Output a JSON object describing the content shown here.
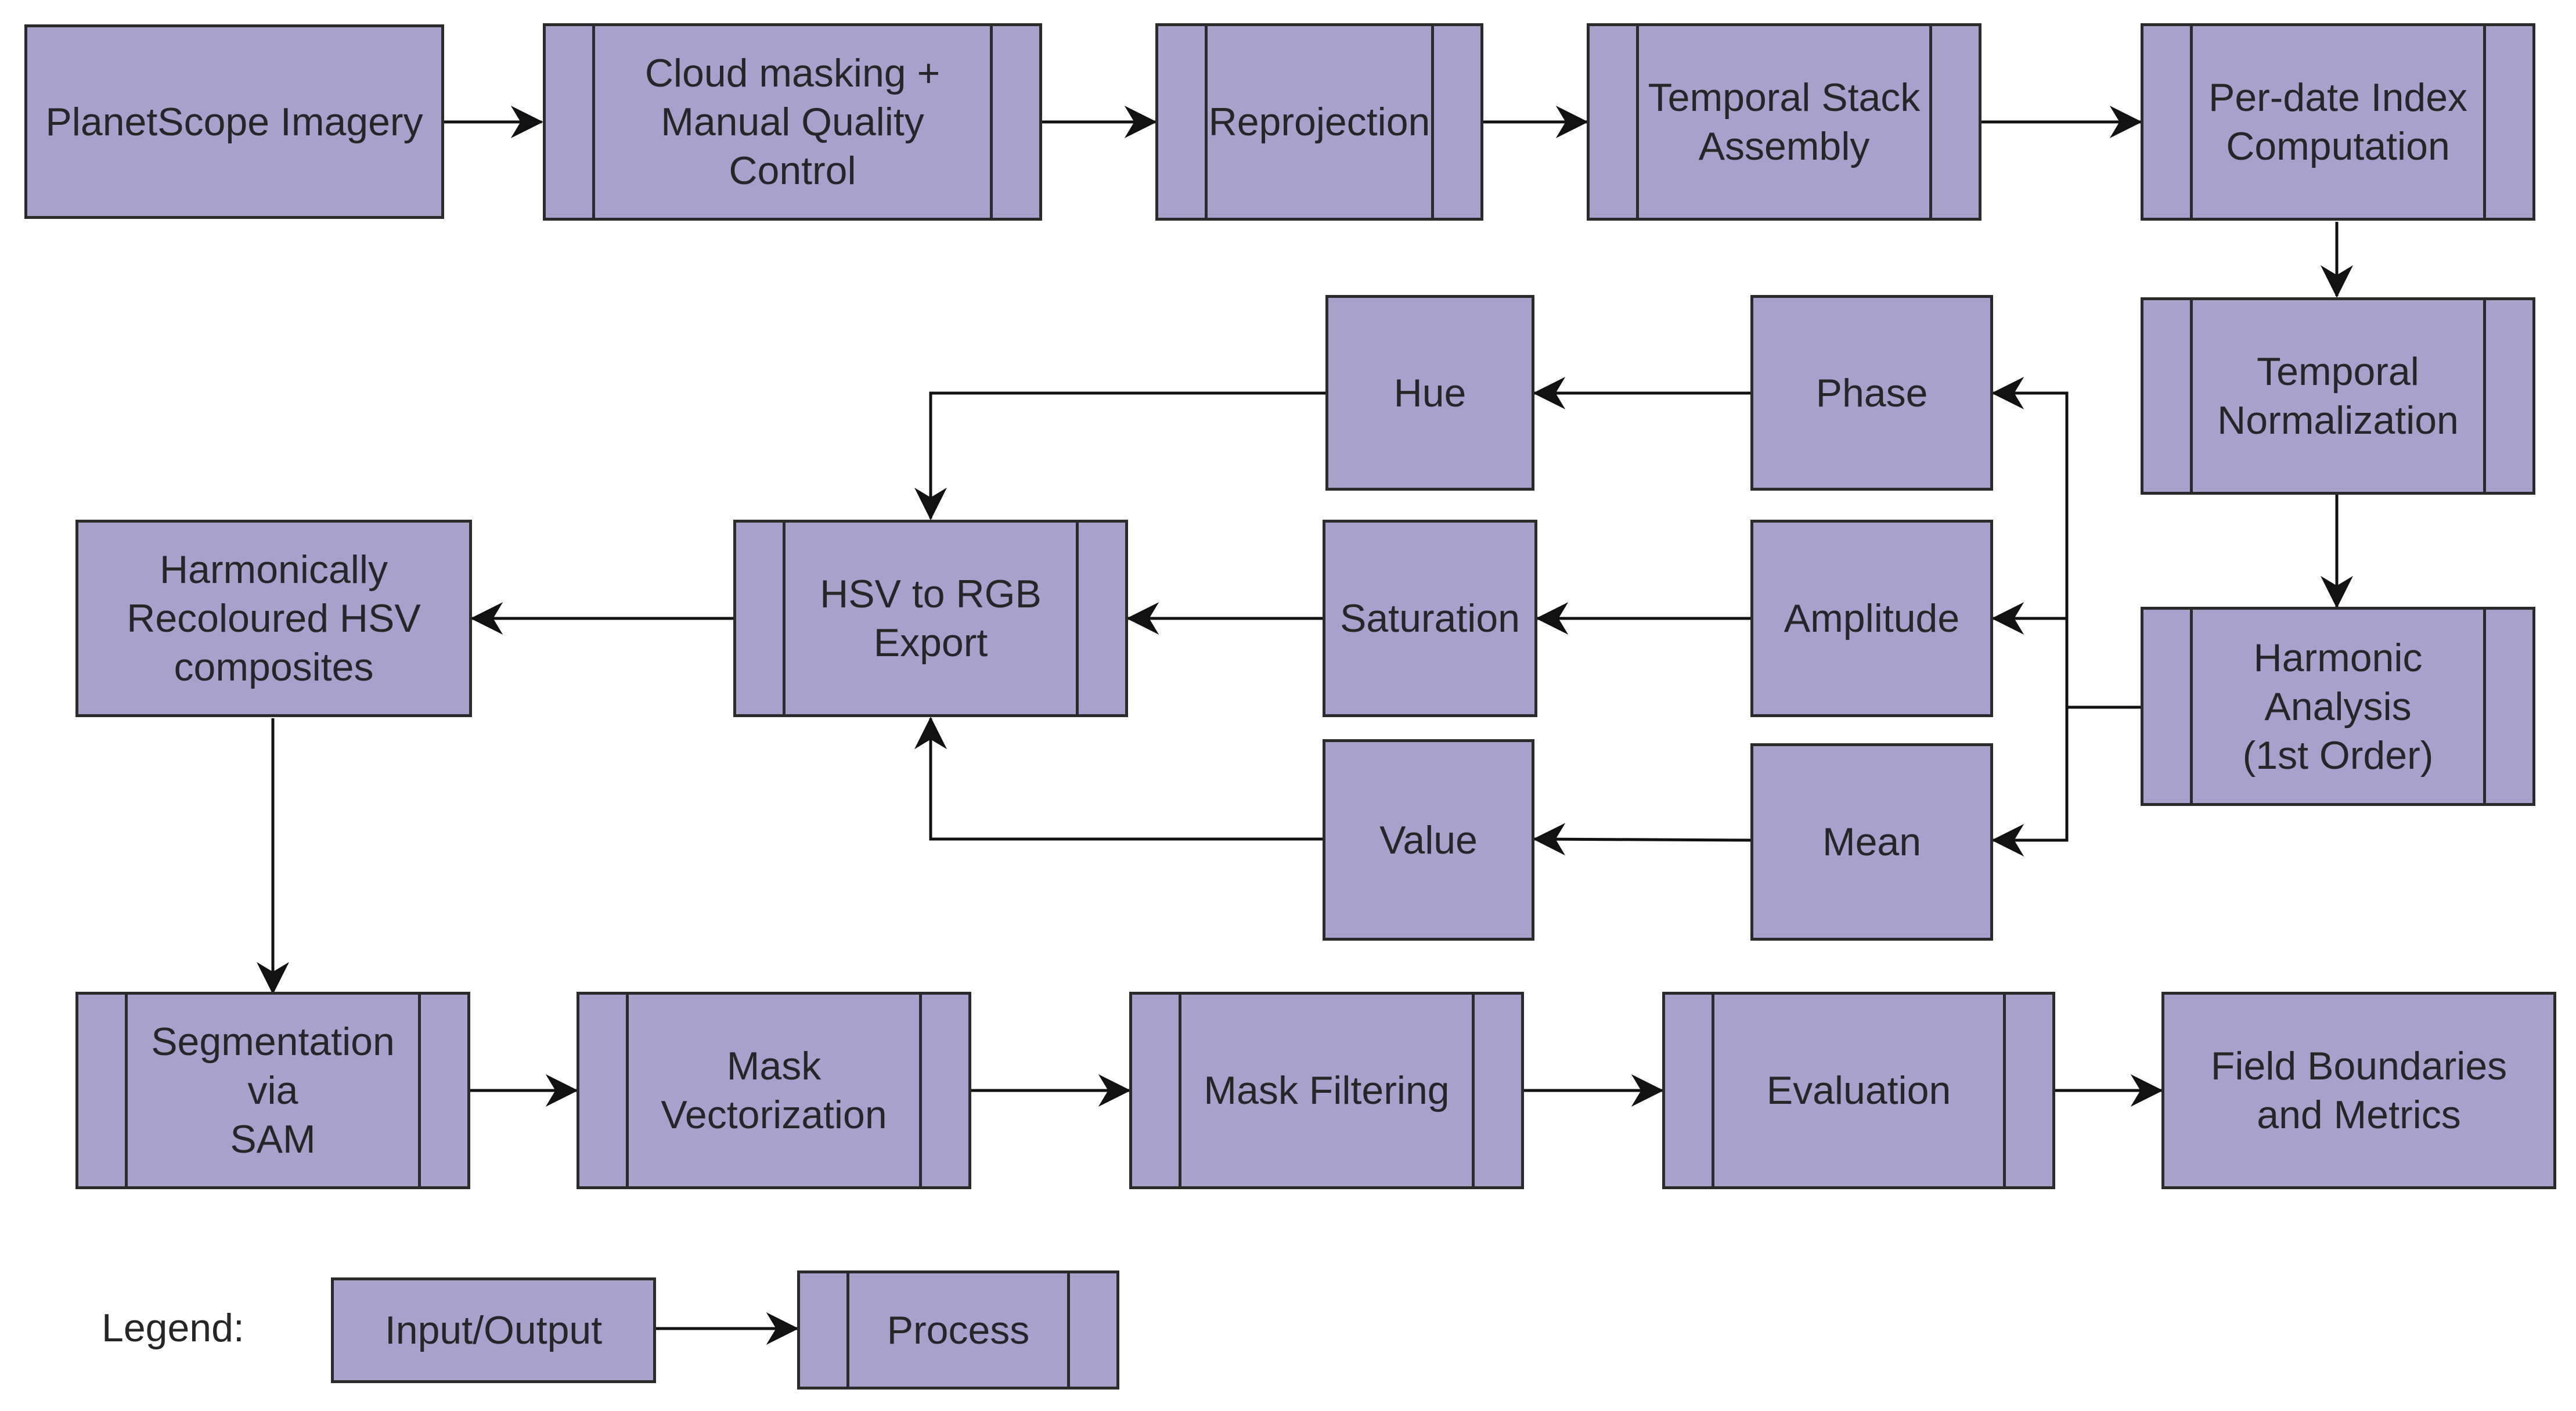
{
  "nodes": {
    "planetscope": {
      "label": "PlanetScope Imagery",
      "kind": "input-output"
    },
    "cloud_masking": {
      "label": "Cloud masking +\nManual Quality\nControl",
      "kind": "process"
    },
    "reprojection": {
      "label": "Reprojection",
      "kind": "process"
    },
    "temporal_stack": {
      "label": "Temporal Stack\nAssembly",
      "kind": "process"
    },
    "index_computation": {
      "label": "Per-date Index\nComputation",
      "kind": "process"
    },
    "temporal_normalization": {
      "label": "Temporal\nNormalization",
      "kind": "process"
    },
    "harmonic_analysis": {
      "label": "Harmonic\nAnalysis\n(1st Order)",
      "kind": "process"
    },
    "phase": {
      "label": "Phase",
      "kind": "input-output"
    },
    "amplitude": {
      "label": "Amplitude",
      "kind": "input-output"
    },
    "mean": {
      "label": "Mean",
      "kind": "input-output"
    },
    "hue": {
      "label": "Hue",
      "kind": "input-output"
    },
    "saturation": {
      "label": "Saturation",
      "kind": "input-output"
    },
    "value": {
      "label": "Value",
      "kind": "input-output"
    },
    "hsv_to_rgb": {
      "label": "HSV to RGB\nExport",
      "kind": "process"
    },
    "recoloured_composites": {
      "label": "Harmonically\nRecoloured HSV\ncomposites",
      "kind": "input-output"
    },
    "segmentation_sam": {
      "label": "Segmentation via\nSAM",
      "kind": "process"
    },
    "mask_vectorization": {
      "label": "Mask\nVectorization",
      "kind": "process"
    },
    "mask_filtering": {
      "label": "Mask Filtering",
      "kind": "process"
    },
    "evaluation": {
      "label": "Evaluation",
      "kind": "process"
    },
    "field_boundaries": {
      "label": "Field Boundaries\nand Metrics",
      "kind": "input-output"
    }
  },
  "edges": [
    {
      "from": "planetscope",
      "to": "cloud_masking"
    },
    {
      "from": "cloud_masking",
      "to": "reprojection"
    },
    {
      "from": "reprojection",
      "to": "temporal_stack"
    },
    {
      "from": "temporal_stack",
      "to": "index_computation"
    },
    {
      "from": "index_computation",
      "to": "temporal_normalization"
    },
    {
      "from": "temporal_normalization",
      "to": "harmonic_analysis"
    },
    {
      "from": "harmonic_analysis",
      "to": "phase"
    },
    {
      "from": "harmonic_analysis",
      "to": "amplitude"
    },
    {
      "from": "harmonic_analysis",
      "to": "mean"
    },
    {
      "from": "phase",
      "to": "hue"
    },
    {
      "from": "amplitude",
      "to": "saturation"
    },
    {
      "from": "mean",
      "to": "value"
    },
    {
      "from": "hue",
      "to": "hsv_to_rgb"
    },
    {
      "from": "saturation",
      "to": "hsv_to_rgb"
    },
    {
      "from": "value",
      "to": "hsv_to_rgb"
    },
    {
      "from": "hsv_to_rgb",
      "to": "recoloured_composites"
    },
    {
      "from": "recoloured_composites",
      "to": "segmentation_sam"
    },
    {
      "from": "segmentation_sam",
      "to": "mask_vectorization"
    },
    {
      "from": "mask_vectorization",
      "to": "mask_filtering"
    },
    {
      "from": "mask_filtering",
      "to": "evaluation"
    },
    {
      "from": "evaluation",
      "to": "field_boundaries"
    },
    {
      "from": "legend_input_output",
      "to": "legend_process"
    }
  ],
  "legend": {
    "title": "Legend:",
    "input_output_label": "Input/Output",
    "process_label": "Process"
  },
  "colors": {
    "node_fill": "#a7a1cc",
    "node_border": "#2b2b2b",
    "edge": "#111111",
    "text": "#262626"
  }
}
